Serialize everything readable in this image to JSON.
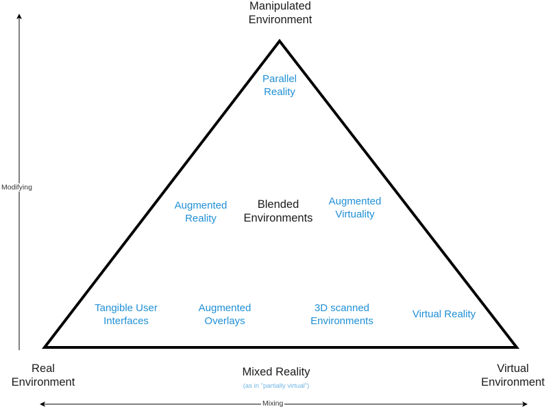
{
  "corners": {
    "top": "Manipulated\nEnvironment",
    "left": "Real\nEnvironment",
    "right": "Virtual\nEnvironment"
  },
  "regions": {
    "parallel_reality": "Parallel\nReality",
    "augmented_reality": "Augmented\nReality",
    "blended_environments": "Blended\nEnvironments",
    "augmented_virtuality": "Augmented\nVirtuality",
    "tangible_user_interfaces": "Tangible User\nInterfaces",
    "augmented_overlays": "Augmented\nOverlays",
    "scanned_environments": "3D scanned\nEnvironments",
    "virtual_reality": "Virtual Reality"
  },
  "bottom": {
    "title": "Mixed Reality",
    "note": "(as in \"partially virtual\")"
  },
  "axes": {
    "vertical": "Modifying",
    "horizontal": "Mixing"
  },
  "colors": {
    "dark_text": "#1a1a1a",
    "blue_text": "#1f8fd6",
    "note_text": "#6fb4e3",
    "stroke": "#000000"
  }
}
